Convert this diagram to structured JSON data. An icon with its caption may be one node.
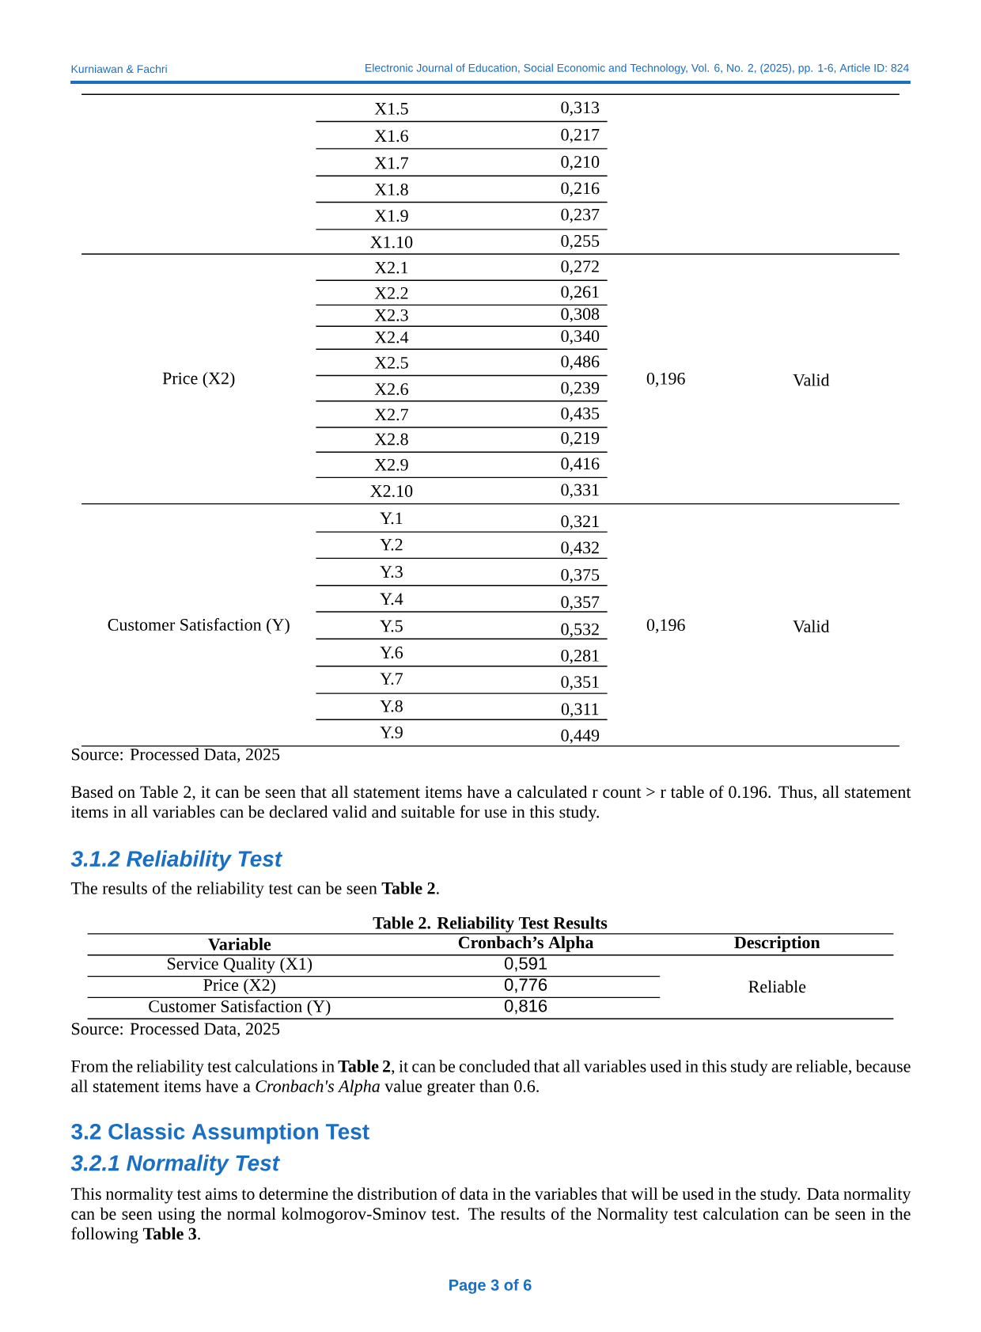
{
  "diagram": {
    "labels": [
      "Kurniawan & Fachri",
      "Electronic Journal of Education, Social Economic and Technology, Vol. 6, No. 2, (2025), pp. 1-6, Article ID: 824",
      "X1.5",
      "0,313",
      "X1.6",
      "0,217",
      "X1.7",
      "0,210",
      "X1.8",
      "0,216",
      "X1.9",
      "0,237",
      "X1.10",
      "0,255",
      "Price (X2)",
      "X2.1",
      "0,272",
      "X2.2",
      "0,261",
      "X2.3",
      "0,308",
      "X2.4",
      "0,340",
      "X2.5",
      "0,486",
      "X2.6",
      "0,239",
      "X2.7",
      "0,435",
      "X2.8",
      "0,219",
      "X2.9",
      "0,416",
      "X2.10",
      "0,331",
      "0,196",
      "Valid",
      "Customer Satisfaction (Y)",
      "Y.1",
      "0,321",
      "Y.2",
      "0,432",
      "Y.3",
      "0,375",
      "Y.4",
      "0,357",
      "Y.5",
      "0,532",
      "Y.6",
      "0,281",
      "Y.7",
      "0,351",
      "Y.8",
      "0,311",
      "Y.9",
      "0,449",
      "0,196",
      "Valid",
      "Source: Processed Data, 2025",
      "Based on Table 2, it can be seen that all statement items have a calculated r count > r table of 0.196. Thus, all statement items in all variables can be declared valid and suitable for use in this study.",
      "3.1.2 Reliability Test",
      "The results of the reliability test can be seen **Table 2**.",
      "Table 2. Reliability Test Results",
      "Variable",
      "Cronbach’s Alpha",
      "Description",
      "Service Quality (X1)",
      "0,591",
      "Price (X2)",
      "0,776",
      "Reliable",
      "Customer Satisfaction (Y)",
      "0,816",
      "Source: Processed Data, 2025",
      "From the reliability test calculations in **Table 2**, it can be concluded that all variables used in this study are reliable, because all statement items have a *Cronbach's Alpha* value greater than 0.6.",
      "3.2 Classic Assumption Test",
      "3.2.1 Normality Test",
      "This normality test aims to determine the distribution of data in the variables that will be used in the study. Data normality can be seen using the normal kolmogorov-Sminov test. The results of the Normality test calculation can be seen in the following **Table 3**.",
      "Page 3 of 6"
    ]
  }
}
